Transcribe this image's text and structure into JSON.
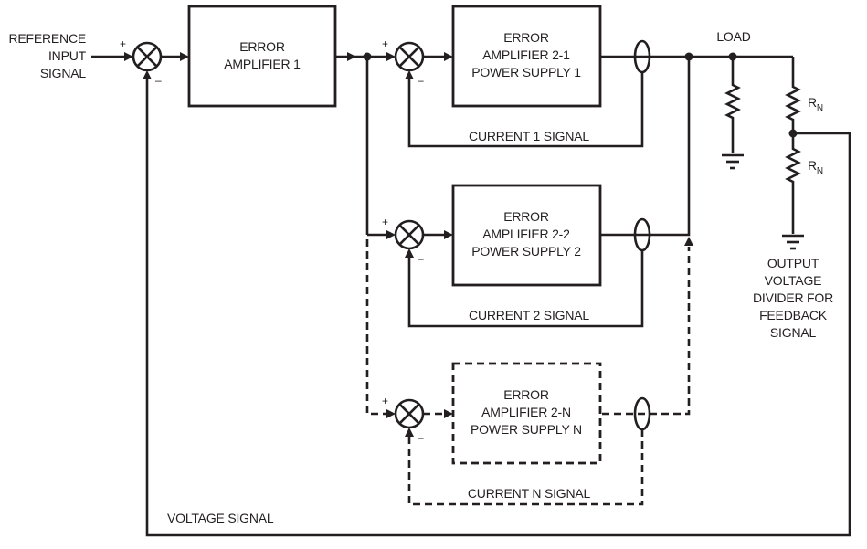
{
  "diagram": {
    "reference_input": [
      "REFERENCE",
      "INPUT",
      "SIGNAL"
    ],
    "error_amp_1": [
      "ERROR",
      "AMPLIFIER 1"
    ],
    "stages": [
      {
        "lines": [
          "ERROR",
          "AMPLIFIER 2-1",
          "POWER SUPPLY 1"
        ],
        "feedback": "CURRENT 1 SIGNAL",
        "optional": false
      },
      {
        "lines": [
          "ERROR",
          "AMPLIFIER 2-2",
          "POWER SUPPLY 2"
        ],
        "feedback": "CURRENT 2 SIGNAL",
        "optional": false
      },
      {
        "lines": [
          "ERROR",
          "AMPLIFIER 2-N",
          "POWER SUPPLY N"
        ],
        "feedback": "CURRENT N SIGNAL",
        "optional": true
      }
    ],
    "load_label": "LOAD",
    "resistor_label": "R",
    "resistor_subscript": "N",
    "divider_label": [
      "OUTPUT",
      "VOLTAGE",
      "DIVIDER FOR",
      "FEEDBACK",
      "SIGNAL"
    ],
    "voltage_signal": "VOLTAGE SIGNAL",
    "plus_sign": "+",
    "minus_sign": "–"
  }
}
